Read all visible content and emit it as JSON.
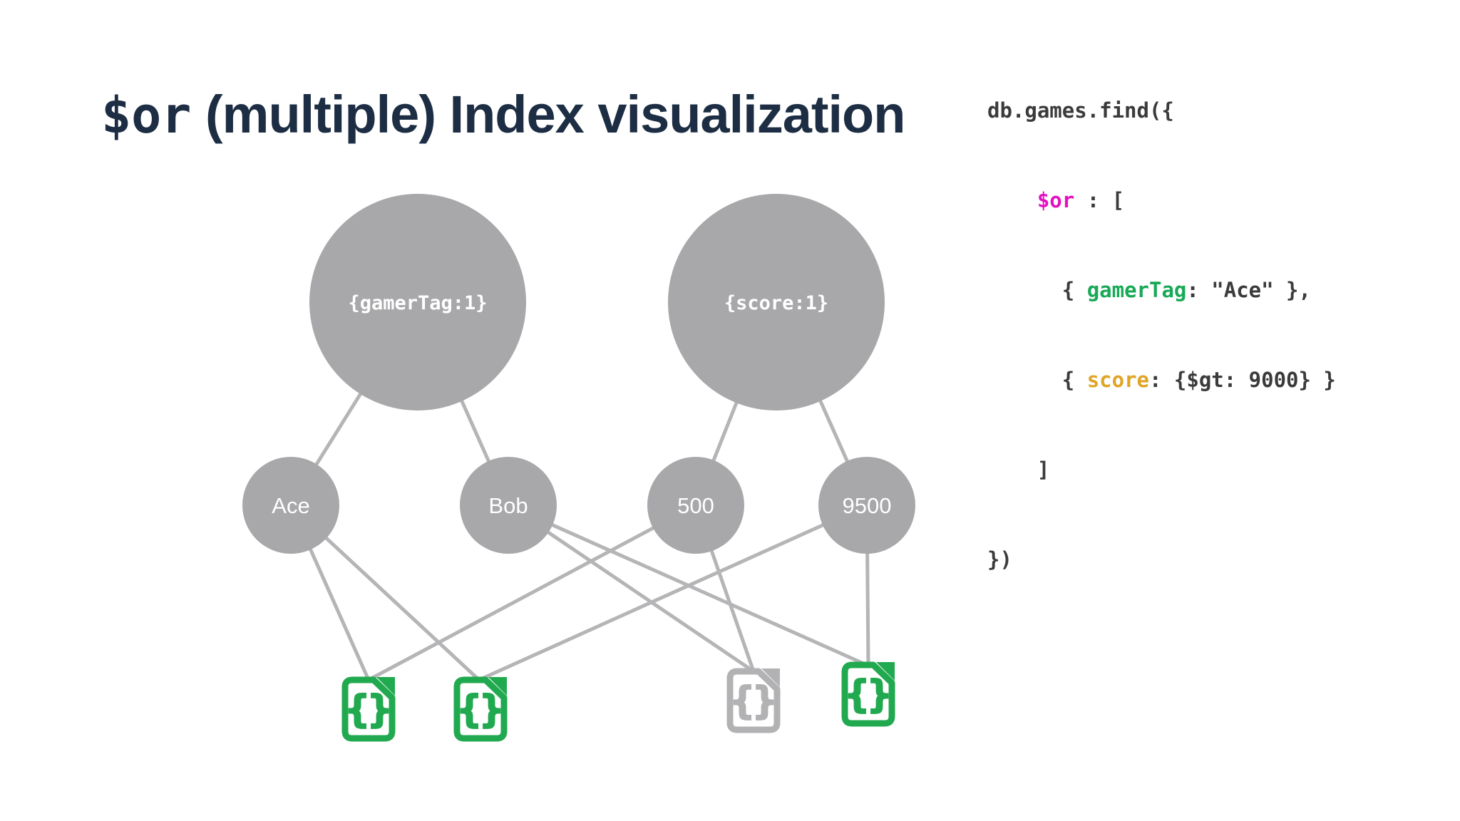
{
  "title": {
    "prefix": "$or",
    "rest": " (multiple) Index visualization"
  },
  "code": {
    "lines": [
      {
        "seg": [
          {
            "text": "db.games.find({"
          }
        ]
      },
      {
        "seg": [
          {
            "text": "    "
          },
          {
            "text": "$or",
            "color": "#e311c3"
          },
          {
            "text": " : ["
          }
        ]
      },
      {
        "seg": [
          {
            "text": "      { "
          },
          {
            "text": "gamerTag",
            "color": "#18a957"
          },
          {
            "text": ": \"Ace\" },"
          }
        ]
      },
      {
        "seg": [
          {
            "text": "      { "
          },
          {
            "text": "score",
            "color": "#e0a526"
          },
          {
            "text": ": {$gt: 9000} }"
          }
        ]
      },
      {
        "seg": [
          {
            "text": "    ]"
          }
        ]
      },
      {
        "seg": [
          {
            "text": "})"
          }
        ]
      }
    ]
  },
  "diagram": {
    "index_nodes": [
      {
        "label": "{gamerTag:1}"
      },
      {
        "label": "{score:1}"
      }
    ],
    "key_nodes": [
      {
        "label": "Ace"
      },
      {
        "label": "Bob"
      },
      {
        "label": "500"
      },
      {
        "label": "9500"
      }
    ],
    "documents": [
      {
        "id": "doc1",
        "icon": "json-document-icon",
        "status": "matched",
        "color": "#21a94f"
      },
      {
        "id": "doc2",
        "icon": "json-document-icon",
        "status": "matched",
        "color": "#21a94f"
      },
      {
        "id": "doc3",
        "icon": "json-document-icon",
        "status": "unmatched",
        "color": "#b2b1b3"
      },
      {
        "id": "doc4",
        "icon": "json-document-icon",
        "status": "matched",
        "color": "#21a94f"
      }
    ],
    "doc_glyph": "{}",
    "edges": [
      {
        "from": "{gamerTag:1}",
        "to": "Ace"
      },
      {
        "from": "{gamerTag:1}",
        "to": "Bob"
      },
      {
        "from": "{score:1}",
        "to": "500"
      },
      {
        "from": "{score:1}",
        "to": "9500"
      },
      {
        "from": "Ace",
        "to": "doc1"
      },
      {
        "from": "Ace",
        "to": "doc2"
      },
      {
        "from": "Bob",
        "to": "doc3"
      },
      {
        "from": "Bob",
        "to": "doc4"
      },
      {
        "from": "500",
        "to": "doc1"
      },
      {
        "from": "500",
        "to": "doc3"
      },
      {
        "from": "9500",
        "to": "doc2"
      },
      {
        "from": "9500",
        "to": "doc4"
      }
    ]
  },
  "colors": {
    "title_navy": "#1d2e44",
    "code_default": "#3b3b3b",
    "operator_pink": "#e311c3",
    "field_green": "#18a957",
    "field_gold": "#e0a526",
    "node_gray": "#a8a7a9",
    "edge_gray": "#b5b4b6",
    "doc_green": "#21a94f",
    "doc_gray": "#b2b1b3",
    "background": "#ffffff"
  }
}
